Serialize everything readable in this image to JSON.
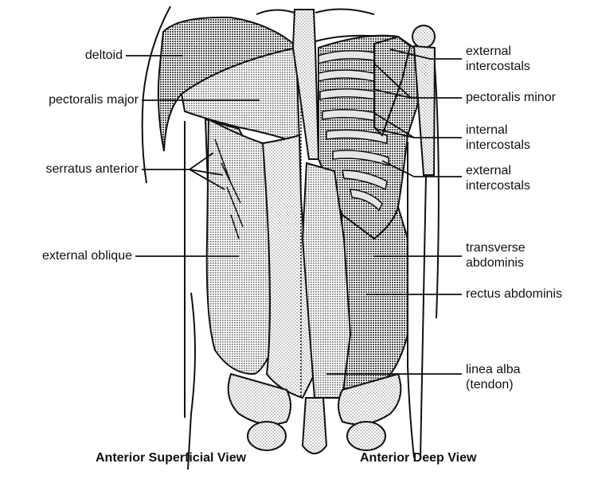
{
  "left_labels": {
    "deltoid": "deltoid",
    "pectoralis_major": "pectoralis major",
    "serratus_anterior": "serratus anterior",
    "external_oblique": "external oblique"
  },
  "right_labels": {
    "external_intercostals_upper": [
      "external",
      "intercostals"
    ],
    "pectoralis_minor": "pectoralis minor",
    "internal_intercostals": [
      "internal",
      "intercostals"
    ],
    "external_intercostals_lower": [
      "external",
      "intercostals"
    ],
    "transverse_abdominis": [
      "transverse",
      "abdominis"
    ],
    "rectus_abdominis": "rectus abdominis",
    "linea_alba": [
      "linea alba",
      "(tendon)"
    ]
  },
  "captions": {
    "superficial": "Anterior Superficial View",
    "deep": "Anterior Deep View"
  },
  "colors": {
    "ink": "#111111",
    "muscle_dark": "#6e6e6e",
    "bone_light": "#d8d8d8"
  }
}
